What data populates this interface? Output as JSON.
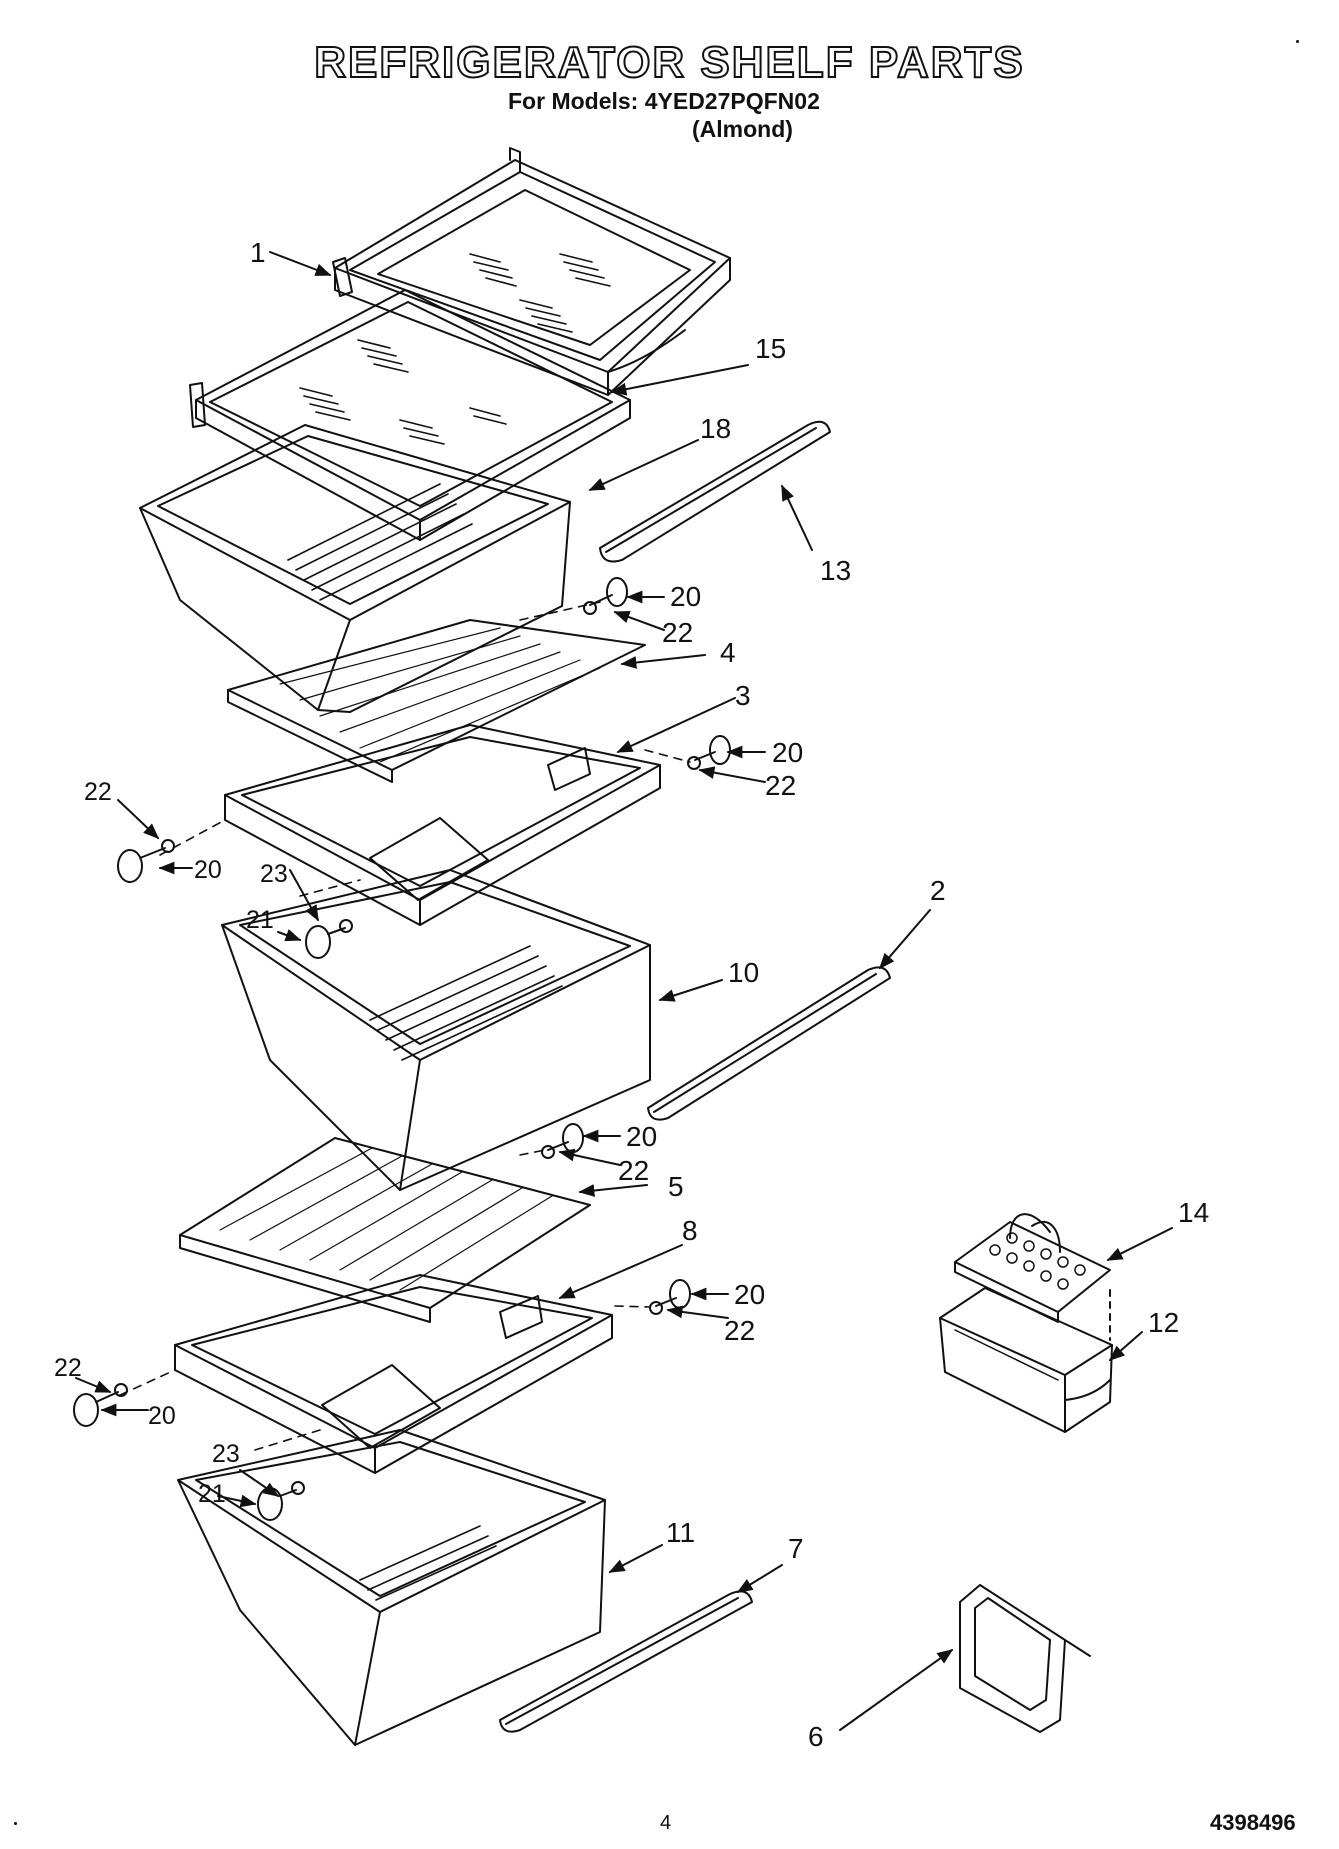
{
  "header": {
    "title": "REFRIGERATOR SHELF PARTS",
    "models_line": "For Models: 4YED27PQFN02",
    "color_note": "(Almond)"
  },
  "callouts": [
    {
      "id": "c1",
      "text": "1"
    },
    {
      "id": "c15",
      "text": "15"
    },
    {
      "id": "c18",
      "text": "18"
    },
    {
      "id": "c13",
      "text": "13"
    },
    {
      "id": "c20a",
      "text": "20"
    },
    {
      "id": "c22a",
      "text": "22"
    },
    {
      "id": "c4",
      "text": "4"
    },
    {
      "id": "c3",
      "text": "3"
    },
    {
      "id": "c20b",
      "text": "20"
    },
    {
      "id": "c22b",
      "text": "22"
    },
    {
      "id": "c22c",
      "text": "22"
    },
    {
      "id": "c20c",
      "text": "20"
    },
    {
      "id": "c23a",
      "text": "23"
    },
    {
      "id": "c21a",
      "text": "21"
    },
    {
      "id": "c2",
      "text": "2"
    },
    {
      "id": "c10",
      "text": "10"
    },
    {
      "id": "c20d",
      "text": "20"
    },
    {
      "id": "c22d",
      "text": "22"
    },
    {
      "id": "c5",
      "text": "5"
    },
    {
      "id": "c14",
      "text": "14"
    },
    {
      "id": "c8",
      "text": "8"
    },
    {
      "id": "c20e",
      "text": "20"
    },
    {
      "id": "c22e",
      "text": "22"
    },
    {
      "id": "c12",
      "text": "12"
    },
    {
      "id": "c22f",
      "text": "22"
    },
    {
      "id": "c20f",
      "text": "20"
    },
    {
      "id": "c23b",
      "text": "23"
    },
    {
      "id": "c21b",
      "text": "21"
    },
    {
      "id": "c7",
      "text": "7"
    },
    {
      "id": "c11",
      "text": "11"
    },
    {
      "id": "c6",
      "text": "6"
    }
  ],
  "footer": {
    "page_number": "4",
    "document_code": "4398496"
  }
}
